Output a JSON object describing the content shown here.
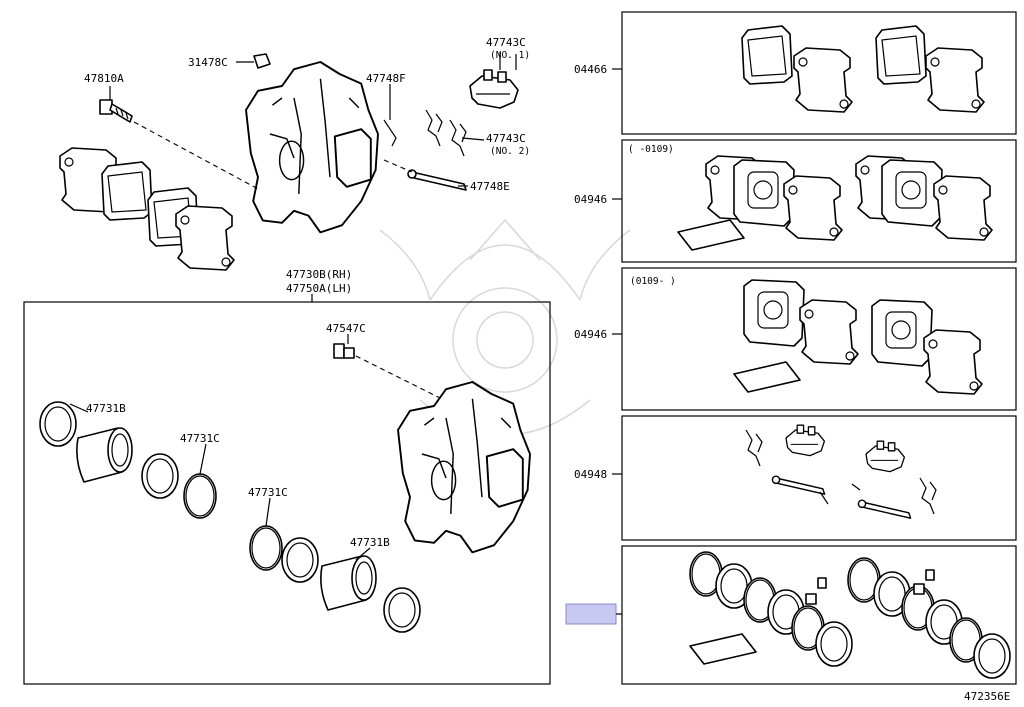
{
  "diagram_code": "472356E",
  "highlight_color": "#c8c8f0",
  "labels": {
    "screw": "47810A",
    "cap": "31478C",
    "retainer_no1": "47743C",
    "retainer_no1_note": "(NO. 1)",
    "pin": "47748F",
    "retainer_no2": "47743C",
    "retainer_no2_note": "(NO. 2)",
    "pin2": "47748E",
    "cylinder_rh": "47730B(RH)",
    "cylinder_lh": "47750A(LH)",
    "bleeder": "47547C",
    "piston_a": "47731B",
    "seal_a": "47731C",
    "seal_b": "47731C",
    "piston_b": "47731B"
  },
  "kits": [
    {
      "code": "04466",
      "note": ""
    },
    {
      "code": "04946",
      "note": "(      -0109)"
    },
    {
      "code": "04946",
      "note": "(0109-      )"
    },
    {
      "code": "04948",
      "note": ""
    },
    {
      "code": "",
      "note": ""
    }
  ]
}
